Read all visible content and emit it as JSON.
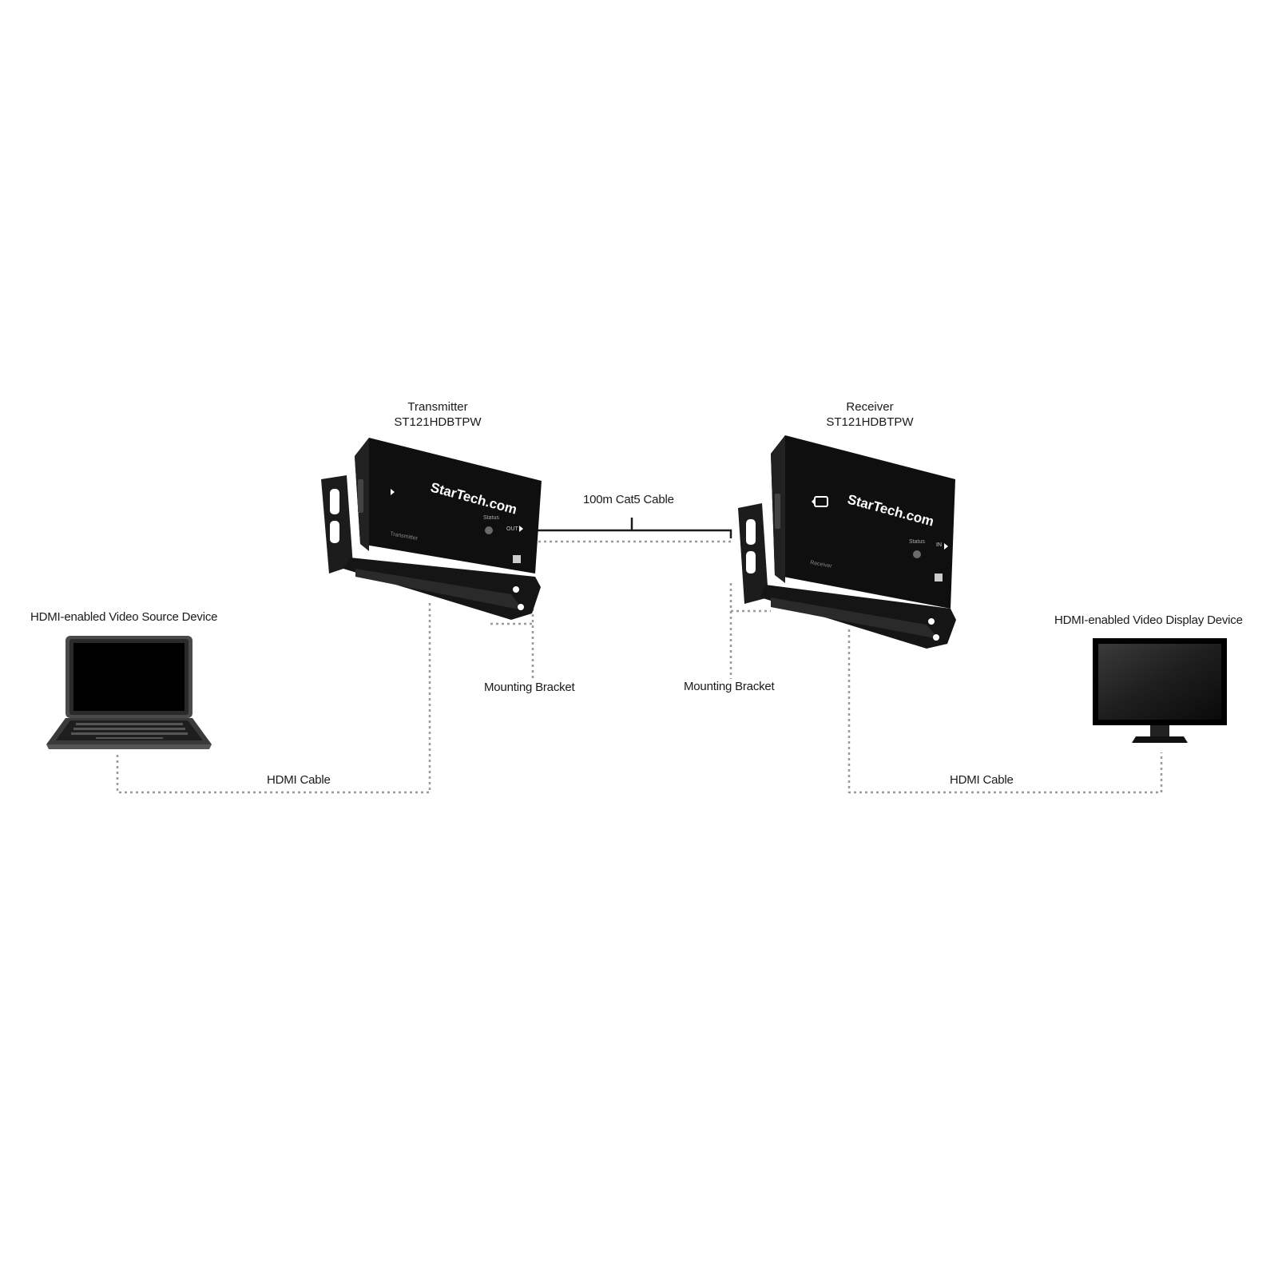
{
  "transmitter": {
    "name": "Transmitter",
    "model": "ST121HDBTPW",
    "brand": "StarTech.com",
    "panel_label": "Transmitter",
    "status_label": "Status",
    "port_label": "OUT"
  },
  "receiver": {
    "name": "Receiver",
    "model": "ST121HDBTPW",
    "brand": "StarTech.com",
    "panel_label": "Receiver",
    "status_label": "Status",
    "port_label": "IN"
  },
  "labels": {
    "cat5_cable": "100m Cat5 Cable",
    "tx_bracket": "Mounting Bracket",
    "rx_bracket": "Mounting Bracket",
    "source_device": "HDMI-enabled Video Source Device",
    "display_device": "HDMI-enabled Video Display Device",
    "hdmi_cable_left": "HDMI Cable",
    "hdmi_cable_right": "HDMI Cable"
  },
  "colors": {
    "device": "#111111",
    "bracket": "#1c1c1c",
    "dotted_line": "#9a9a9a",
    "cable": "#2a2a2a"
  }
}
